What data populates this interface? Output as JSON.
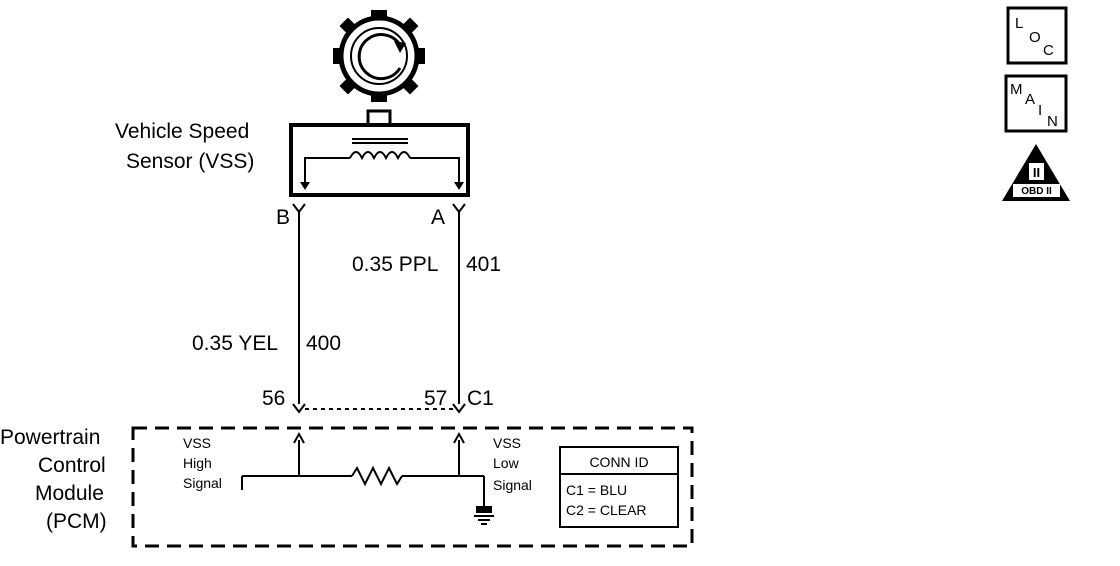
{
  "sensor": {
    "label_line1": "Vehicle Speed",
    "label_line2": "Sensor (VSS)",
    "pin_b": "B",
    "pin_a": "A"
  },
  "wires": {
    "a_spec": "0.35 PPL",
    "a_circuit": "401",
    "b_spec": "0.35 YEL",
    "b_circuit": "400"
  },
  "pcm": {
    "label_line1": "Powertrain",
    "label_line2": "Control",
    "label_line3": "Module",
    "label_line4": "(PCM)",
    "pin_56": "56",
    "pin_57": "57",
    "connector": "C1",
    "high_line1": "VSS",
    "high_line2": "High",
    "high_line3": "Signal",
    "low_line1": "VSS",
    "low_line2": "Low",
    "low_line3": "Signal"
  },
  "conn_id": {
    "title": "CONN ID",
    "row1": "C1  =  BLU",
    "row2": "C2  =  CLEAR"
  },
  "badges": {
    "loc_l": "L",
    "loc_o": "O",
    "loc_c": "C",
    "main_m": "M",
    "main_a": "A",
    "main_i": "I",
    "main_n": "N",
    "obd_numeral": "II",
    "obd_text": "OBD II"
  }
}
